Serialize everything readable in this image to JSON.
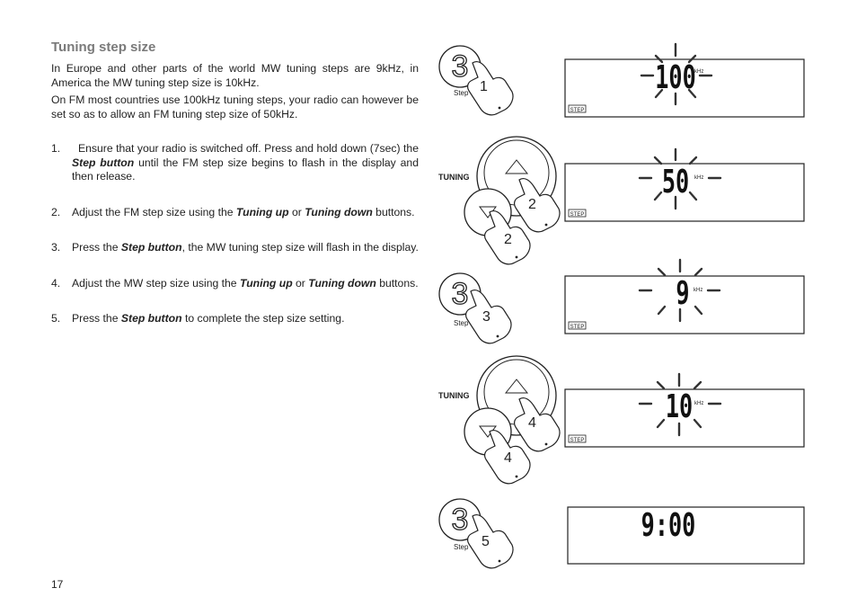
{
  "page": {
    "heading": "Tuning step size",
    "intro": [
      "In Europe and other parts of the world MW tuning steps are 9kHz, in America the MW tuning step size is 10kHz.",
      "On FM most countries use 100kHz tuning steps, your radio can however be set so as to allow an FM tuning step size of 50kHz."
    ],
    "steps": [
      {
        "num": "1.",
        "parts": [
          "  Ensure that your radio is switched off. Press and hold down (7sec) the ",
          "Step button",
          " until  the FM step size begins to flash in the display and then release."
        ]
      },
      {
        "num": "2.",
        "parts": [
          "Adjust the FM step size using the ",
          "Tuning up",
          " or ",
          "Tuning down",
          " buttons."
        ]
      },
      {
        "num": "3.",
        "parts": [
          "Press the ",
          "Step button",
          ", the MW tuning step size will flash in the display."
        ]
      },
      {
        "num": "4.",
        "parts": [
          "Adjust the MW step size using the ",
          "Tuning up",
          " or ",
          "Tuning down",
          " buttons."
        ]
      },
      {
        "num": "5.",
        "parts": [
          "Press the ",
          "Step button",
          " to complete the step size setting."
        ]
      }
    ],
    "page_number": "17"
  },
  "diagrams": {
    "step_button_label": "Step",
    "tuning_label": "TUNING",
    "button_number": "3",
    "step_callouts": [
      "1",
      "2",
      "2",
      "3",
      "4",
      "4",
      "5"
    ],
    "displays": [
      {
        "value": "100",
        "unit": "kHz",
        "indicator": "STEP"
      },
      {
        "value": "50",
        "unit": "kHz",
        "indicator": "STEP"
      },
      {
        "value": "9",
        "unit": "kHz",
        "indicator": "STEP"
      },
      {
        "value": "10",
        "unit": "kHz",
        "indicator": "STEP"
      },
      {
        "value": "9:00",
        "unit": "",
        "indicator": ""
      }
    ]
  }
}
